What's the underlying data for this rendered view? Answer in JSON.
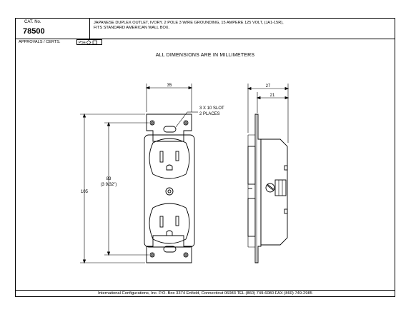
{
  "header": {
    "cat_label": "CAT. No.",
    "cat_number": "78500",
    "description_line1": "JAPANESE DUPLEX OUTLET, IVORY. 2 POLE 3 WIRE GROUNDING, 15 AMPERE 125 VOLT, (JA1-15R),",
    "description_line2": "FITS STANDARD AMERICAN WALL BOX."
  },
  "approvals": {
    "label": "APPROVALS / CERTS.",
    "mark": "PSE"
  },
  "note": "ALL DIMENSIONS ARE IN MILLIMETERS",
  "dimensions": {
    "width": "35",
    "height_overall": "105",
    "height_center": "83",
    "height_center_inch": "(3 9/32\")",
    "depth_overall": "27",
    "depth_body": "21",
    "slot_line1": "3 X 10 SLOT",
    "slot_line2": "2 PLACES"
  },
  "footer": "International Configurations, Inc.  P.O. Box 3374  Enfield, Connecticut 06083  TEL (860) 749-6080  FAX (860) 749-2985"
}
